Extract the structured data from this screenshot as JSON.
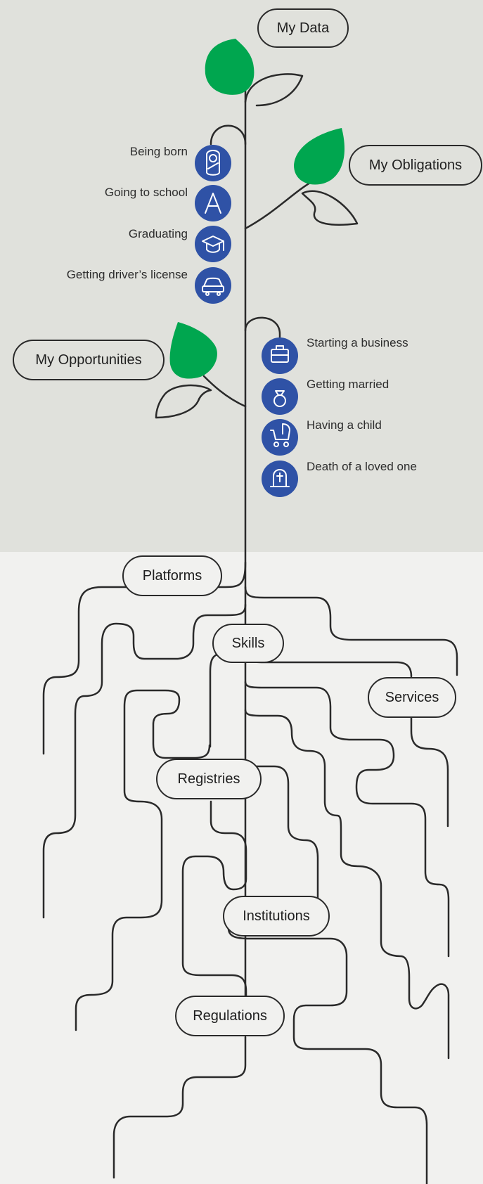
{
  "colors": {
    "top_background": "#e0e1dc",
    "bottom_background": "#f1f1ef",
    "line": "#2a2a2a",
    "leaf": "#00a64f",
    "icon_circle": "#2f52a6",
    "icon_glyph": "#ffffff"
  },
  "top_nodes": {
    "my_data": "My Data",
    "my_obligations": "My Obligations",
    "my_opportunities": "My Opportunities"
  },
  "life_events_left": [
    {
      "label": "Being born",
      "icon": "baby-icon"
    },
    {
      "label": "Going to school",
      "icon": "letter-a-icon"
    },
    {
      "label": "Graduating",
      "icon": "graduation-cap-icon"
    },
    {
      "label": "Getting driver’s license",
      "icon": "car-icon"
    }
  ],
  "life_events_right": [
    {
      "label": "Starting a business",
      "icon": "briefcase-icon"
    },
    {
      "label": "Getting married",
      "icon": "ring-icon"
    },
    {
      "label": "Having a child",
      "icon": "stroller-icon"
    },
    {
      "label": "Death of a loved one",
      "icon": "tombstone-icon"
    }
  ],
  "root_nodes": {
    "platforms": "Platforms",
    "skills": "Skills",
    "services": "Services",
    "registries": "Registries",
    "institutions": "Institutions",
    "regulations": "Regulations"
  }
}
